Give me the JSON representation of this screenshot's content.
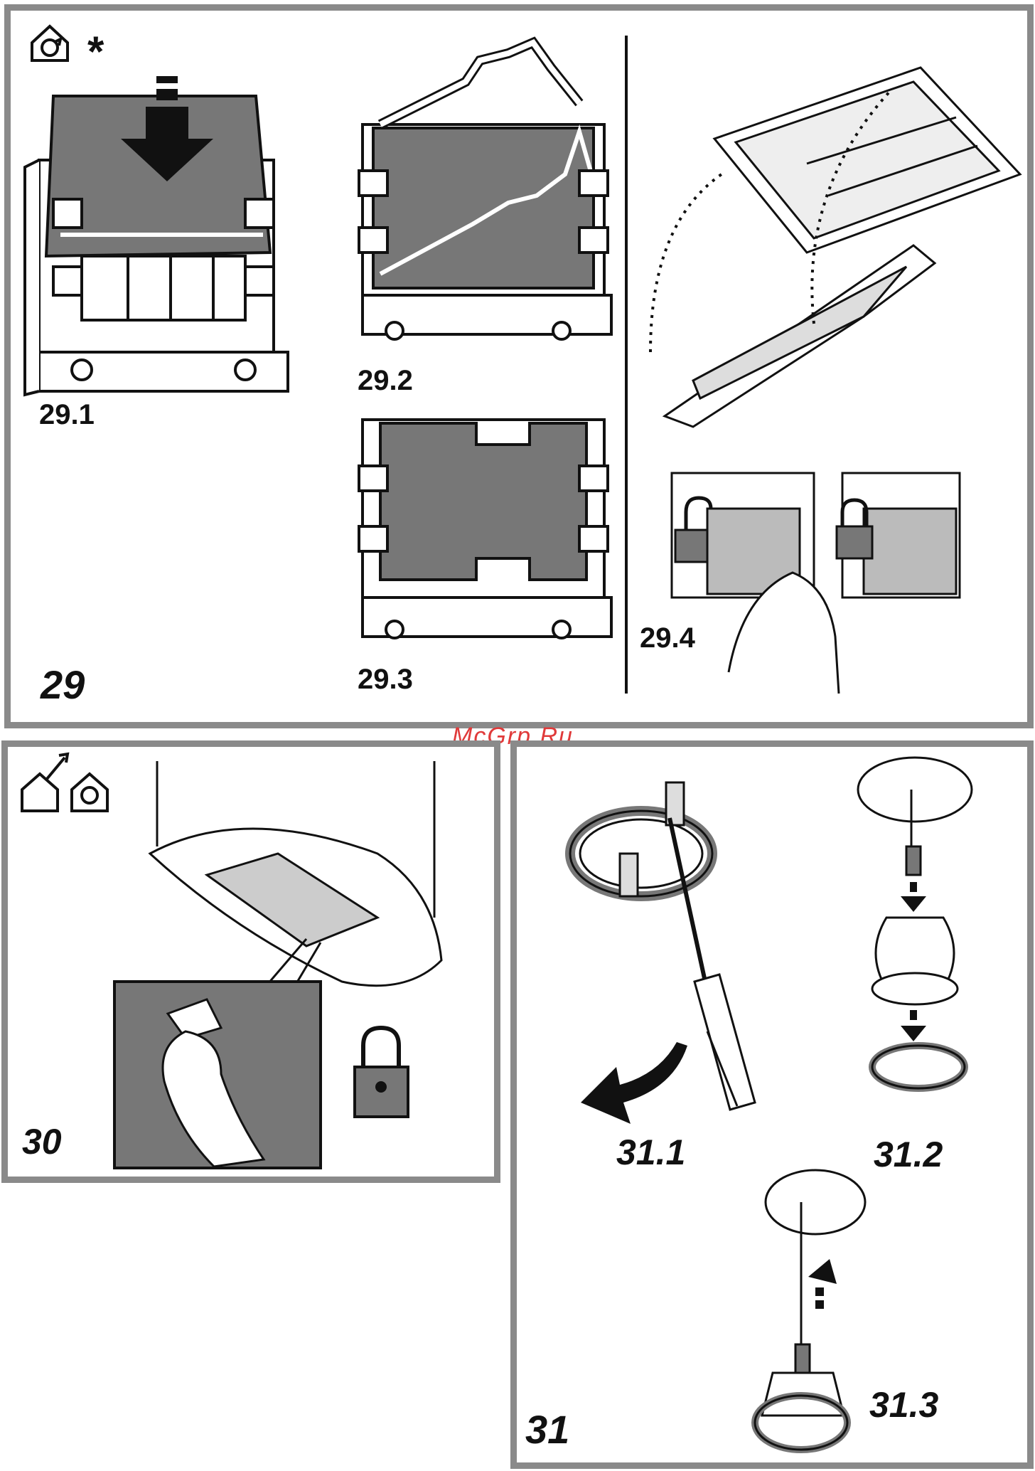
{
  "watermark": "McGrp.Ru",
  "marks": {
    "asterisk": "*"
  },
  "figures": {
    "f29": {
      "number": "29",
      "steps": [
        "29.1",
        "29.2",
        "29.3",
        "29.4"
      ]
    },
    "f30": {
      "number": "30"
    },
    "f31": {
      "number": "31",
      "steps": [
        "31.1",
        "31.2",
        "31.3"
      ]
    }
  },
  "icons": [
    "recirculation-house-icon",
    "ducted-house-icon",
    "padlock-open-icon",
    "padlock-closed-icon",
    "down-arrow-icon",
    "up-arrow-icon",
    "curved-arrow-icon"
  ],
  "colors": {
    "frame": "#8a8a8a",
    "filter": "#777777",
    "ink": "#111111",
    "watermark": "#e03a3a"
  }
}
